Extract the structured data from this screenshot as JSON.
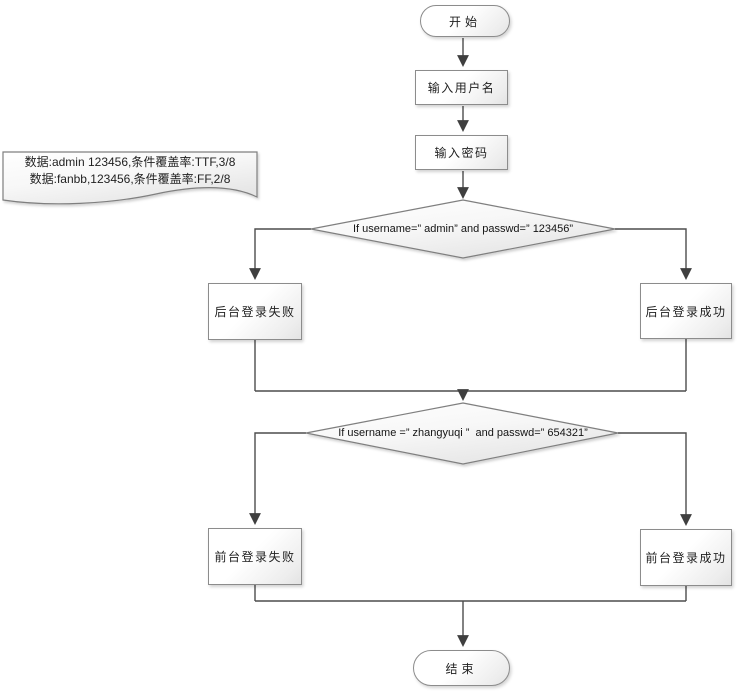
{
  "flowchart": {
    "nodes": {
      "start": {
        "label": "开始"
      },
      "input_username": {
        "label": "输入用户名"
      },
      "input_password": {
        "label": "输入密码"
      },
      "decision_admin": {
        "label": "If username=” admin” and passwd=” 123456”"
      },
      "backend_fail": {
        "label": "后台登录失败"
      },
      "backend_success": {
        "label": "后台登录成功"
      },
      "decision_zhangyuqi": {
        "label": "If username =” zhangyuqi ”  and passwd=” 654321”"
      },
      "frontend_fail": {
        "label": "前台登录失败"
      },
      "frontend_success": {
        "label": "前台登录成功"
      },
      "end": {
        "label": "结束"
      }
    },
    "annotation": {
      "line1": "数据:admin 123456,条件覆盖率:TTF,3/8",
      "line2": "数据:fanbb,123456,条件覆盖率:FF,2/8"
    },
    "colors": {
      "shape_border": "#8c8c8c",
      "connector": "#4d4d4d",
      "arrowhead": "#3f3f3f",
      "fill_top": "#ffffff",
      "fill_bottom": "#e7e7e7",
      "text": "#1f1f1f"
    }
  }
}
